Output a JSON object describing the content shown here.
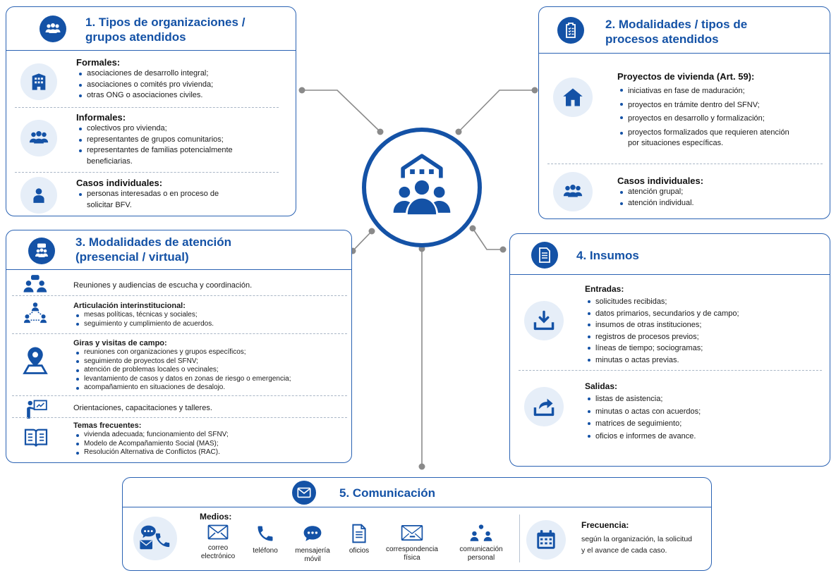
{
  "center": {
    "icon": "community-house-icon"
  },
  "panel1": {
    "title": "1. Tipos de organizaciones /\ngrupos atendidos",
    "icon": "group-icon",
    "sections": [
      {
        "title": "Formales:",
        "icon": "building-icon",
        "items": [
          "asociaciones de desarrollo integral;",
          "asociaciones o comités pro vivienda;",
          "otras ONG o asociaciones civiles."
        ]
      },
      {
        "title": "Informales:",
        "icon": "people-icon",
        "items": [
          "colectivos pro vivienda;",
          "representantes de grupos comunitarios;",
          "representantes de familias potencialmente beneficiarias."
        ]
      },
      {
        "title": "Casos individuales:",
        "icon": "person-icon",
        "items": [
          "personas interesadas o en proceso de solicitar BFV."
        ]
      }
    ]
  },
  "panel2": {
    "title": "2. Modalidades / tipos de\nprocesos atendidos",
    "icon": "clipboard-icon",
    "sections": [
      {
        "title": "Proyectos de vivienda (Art. 59):",
        "icon": "house-icon",
        "items": [
          "iniciativas en fase de maduración;",
          "proyectos en trámite dentro del SFNV;",
          "proyectos en desarrollo y formalización;",
          "proyectos formalizados que requieren atención por situaciones específicas."
        ]
      },
      {
        "title": "Casos individuales:",
        "icon": "people-icon",
        "items": [
          "atención grupal;",
          "atención individual."
        ]
      }
    ]
  },
  "panel3": {
    "title": "3. Modalidades de atención\n(presencial / virtual)",
    "icon": "meeting-icon",
    "rows": [
      {
        "title": "Reuniones y audiencias de escucha y coordinación.",
        "icon": "conversation-icon",
        "items": []
      },
      {
        "title": "Articulación interinstitucional:",
        "icon": "network-icon",
        "items": [
          "mesas políticas, técnicas y sociales;",
          "seguimiento y cumplimiento de acuerdos."
        ]
      },
      {
        "title": "Giras y visitas de campo:",
        "icon": "map-pin-icon",
        "items": [
          "reuniones con organizaciones y grupos específicos;",
          "seguimiento de proyectos del SFNV;",
          "atención de problemas locales o vecinales;",
          "levantamiento de casos y datos en zonas de riesgo o emergencia;",
          "acompañamiento en situaciones de desalojo."
        ]
      },
      {
        "title": "Orientaciones, capacitaciones y talleres.",
        "icon": "presentation-icon",
        "items": []
      },
      {
        "title": "Temas frecuentes:",
        "icon": "book-icon",
        "items": [
          "vivienda adecuada; funcionamiento del SFNV;",
          "Modelo de Acompañamiento Social (MAS);",
          "Resolución Alternativa de Conflictos (RAC)."
        ]
      }
    ]
  },
  "panel4": {
    "title": "4. Insumos",
    "icon": "document-icon",
    "sections": [
      {
        "title": "Entradas:",
        "icon": "download-tray-icon",
        "items": [
          "solicitudes recibidas;",
          "datos primarios, secundarios y de campo;",
          "insumos de otras instituciones;",
          "registros de procesos previos;",
          "líneas de tiempo; sociogramas;",
          "minutas o actas previas."
        ]
      },
      {
        "title": "Salidas:",
        "icon": "share-tray-icon",
        "items": [
          "listas de asistencia;",
          "minutas o actas con acuerdos;",
          "matrices de seguimiento;",
          "oficios e informes de avance."
        ]
      }
    ]
  },
  "panel5": {
    "title": "5. Comunicación",
    "icon": "envelope-icon",
    "medios_title": "Medios:",
    "medios_icon": "chat-mail-phone-icon",
    "medios": [
      {
        "label": "correo\nelectrónico",
        "icon": "mail-icon"
      },
      {
        "label": "teléfono",
        "icon": "phone-icon"
      },
      {
        "label": "mensajería\nmóvil",
        "icon": "chat-bubble-icon"
      },
      {
        "label": "oficios",
        "icon": "file-icon"
      },
      {
        "label": "correspondencia\nfísica",
        "icon": "letter-icon"
      },
      {
        "label": "comunicación\npersonal",
        "icon": "persons-icon"
      }
    ],
    "frecuencia_title": "Frecuencia:",
    "frecuencia_text": "según la organización, la solicitud\ny el avance de cada caso.",
    "frecuencia_icon": "calendar-icon"
  },
  "colors": {
    "primary": "#1452a6",
    "border": "#2a62b3",
    "bubble": "#e6eef8",
    "connector": "#8a8a8a"
  }
}
